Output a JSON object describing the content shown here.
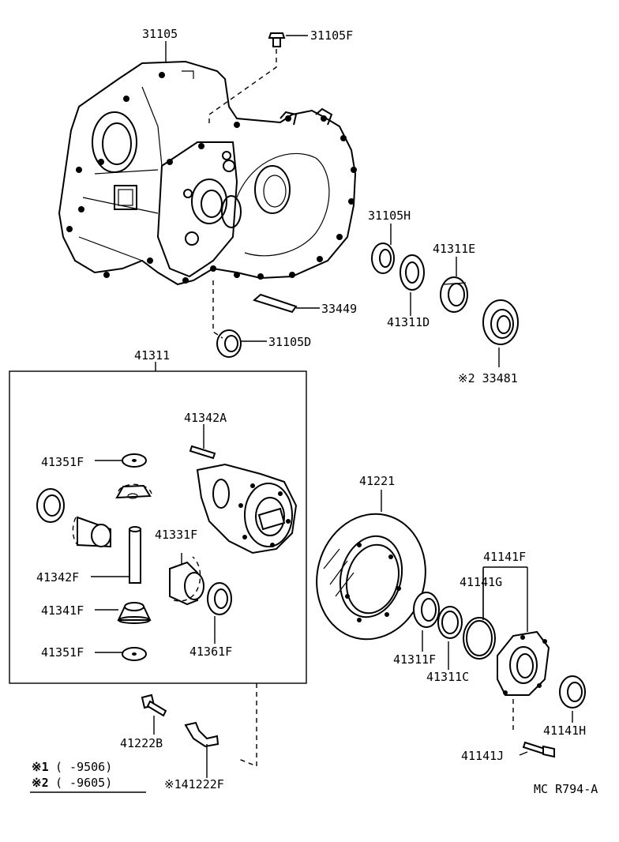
{
  "labels": {
    "p31105": "31105",
    "p31105F": "31105F",
    "p31105H": "31105H",
    "p41311E": "41311E",
    "p33449": "33449",
    "p41311D": "41311D",
    "p31105D": "31105D",
    "p33481": "※2 33481",
    "p41311": "41311",
    "p41342A": "41342A",
    "p41351F_top": "41351F",
    "p41331F": "41331F",
    "p41342F": "41342F",
    "p41341F": "41341F",
    "p41361F": "41361F",
    "p41351F_bot": "41351F",
    "p41221": "41221",
    "p41141F": "41141F",
    "p41141G": "41141G",
    "p41311F": "41311F",
    "p41311C": "41311C",
    "p41141H": "41141H",
    "p41222B": "41222B",
    "p41141J": "41141J",
    "p41222F": "※141222F"
  },
  "legend": {
    "row1_mark": "※1",
    "row1_range": "(      -9506)",
    "row2_mark": "※2",
    "row2_range": "(      -9605)"
  },
  "figure_code": "MC R794-A"
}
